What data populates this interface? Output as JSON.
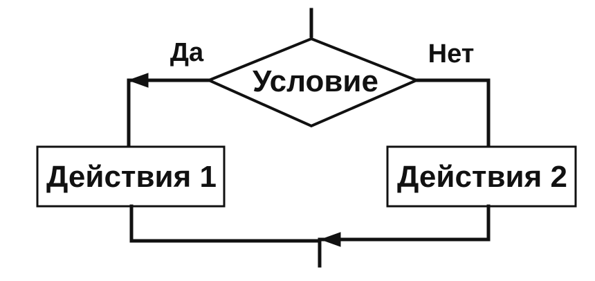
{
  "diagram": {
    "type": "flowchart",
    "decision": {
      "label": "Условие"
    },
    "branches": {
      "yes_label": "Да",
      "no_label": "Нет"
    },
    "actions": [
      {
        "label": "Действия 1"
      },
      {
        "label": "Действия 2"
      }
    ],
    "colors": {
      "stroke": "#111111",
      "fill": "#ffffff",
      "background": "#ffffff"
    }
  }
}
